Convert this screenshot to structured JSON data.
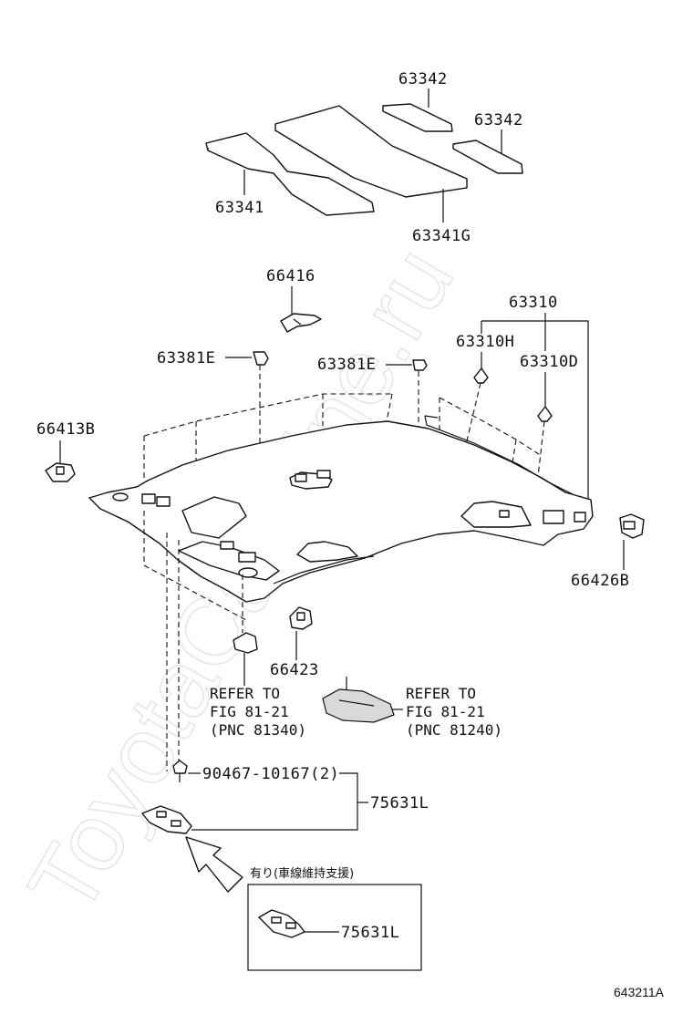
{
  "watermark": "ToyotaCarMine.ru",
  "labels": {
    "p63342a": "63342",
    "p63342b": "63342",
    "p63341": "63341",
    "p63341g": "63341G",
    "p66416": "66416",
    "p63310": "63310",
    "p63381e_a": "63381E",
    "p63310h": "63310H",
    "p63381e_b": "63381E",
    "p63310d": "63310D",
    "p66413b": "66413B",
    "p66426b": "66426B",
    "p66423": "66423",
    "p90467": "90467-10167(2)",
    "p75631l": "75631L",
    "p75631l_box": "75631L"
  },
  "refs": {
    "left": [
      "REFER TO",
      "FIG 81-21",
      "(PNC 81340)"
    ],
    "right": [
      "REFER TO",
      "FIG 81-21",
      "(PNC 81240)"
    ]
  },
  "note_jp": "有り(車線維持支援)",
  "figure_code": "643211A"
}
